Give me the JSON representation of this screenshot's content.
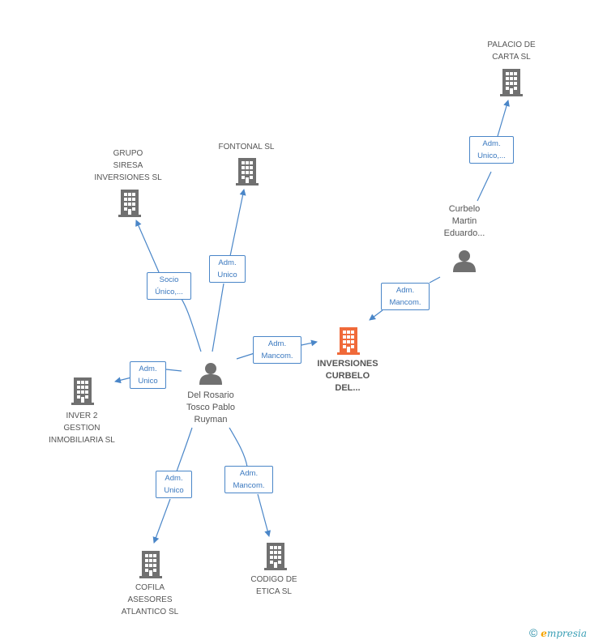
{
  "colors": {
    "edge": "#4a86c8",
    "building": "#707070",
    "building_focus": "#f06a3a",
    "person": "#707070"
  },
  "nodes": {
    "center": {
      "label": "INVERSIONES\nCURBELO\nDEL...",
      "icon": "building-icon"
    },
    "palacio": {
      "label": "PALACIO DE\nCARTA SL",
      "icon": "building-icon"
    },
    "curbelo": {
      "label": "Curbelo\nMartin\nEduardo...",
      "icon": "person-icon"
    },
    "grupo": {
      "label": "GRUPO\nSIRESA\nINVERSIONES SL",
      "icon": "building-icon"
    },
    "fontonal": {
      "label": "FONTONAL  SL",
      "icon": "building-icon"
    },
    "delrosario": {
      "label": "Del Rosario\nTosco Pablo\nRuyman",
      "icon": "person-icon"
    },
    "inver2": {
      "label": "INVER 2\nGESTION\nINMOBILIARIA SL",
      "icon": "building-icon"
    },
    "cofila": {
      "label": "COFILA\nASESORES\nATLANTICO  SL",
      "icon": "building-icon"
    },
    "codigo": {
      "label": "CODIGO DE\nETICA SL",
      "icon": "building-icon"
    }
  },
  "edges": {
    "curbelo_palacio": "Adm.\nUnico,...",
    "curbelo_center": "Adm.\nMancom.",
    "delrosario_grupo": "Socio\nÚnico,...",
    "delrosario_fontonal": "Adm.\nUnico",
    "delrosario_center": "Adm.\nMancom.",
    "delrosario_inver2": "Adm.\nUnico",
    "delrosario_cofila": "Adm.\nUnico",
    "delrosario_codigo": "Adm.\nMancom."
  },
  "footer": {
    "copyright": "©",
    "brand_first": "e",
    "brand_rest": "mpresia"
  }
}
